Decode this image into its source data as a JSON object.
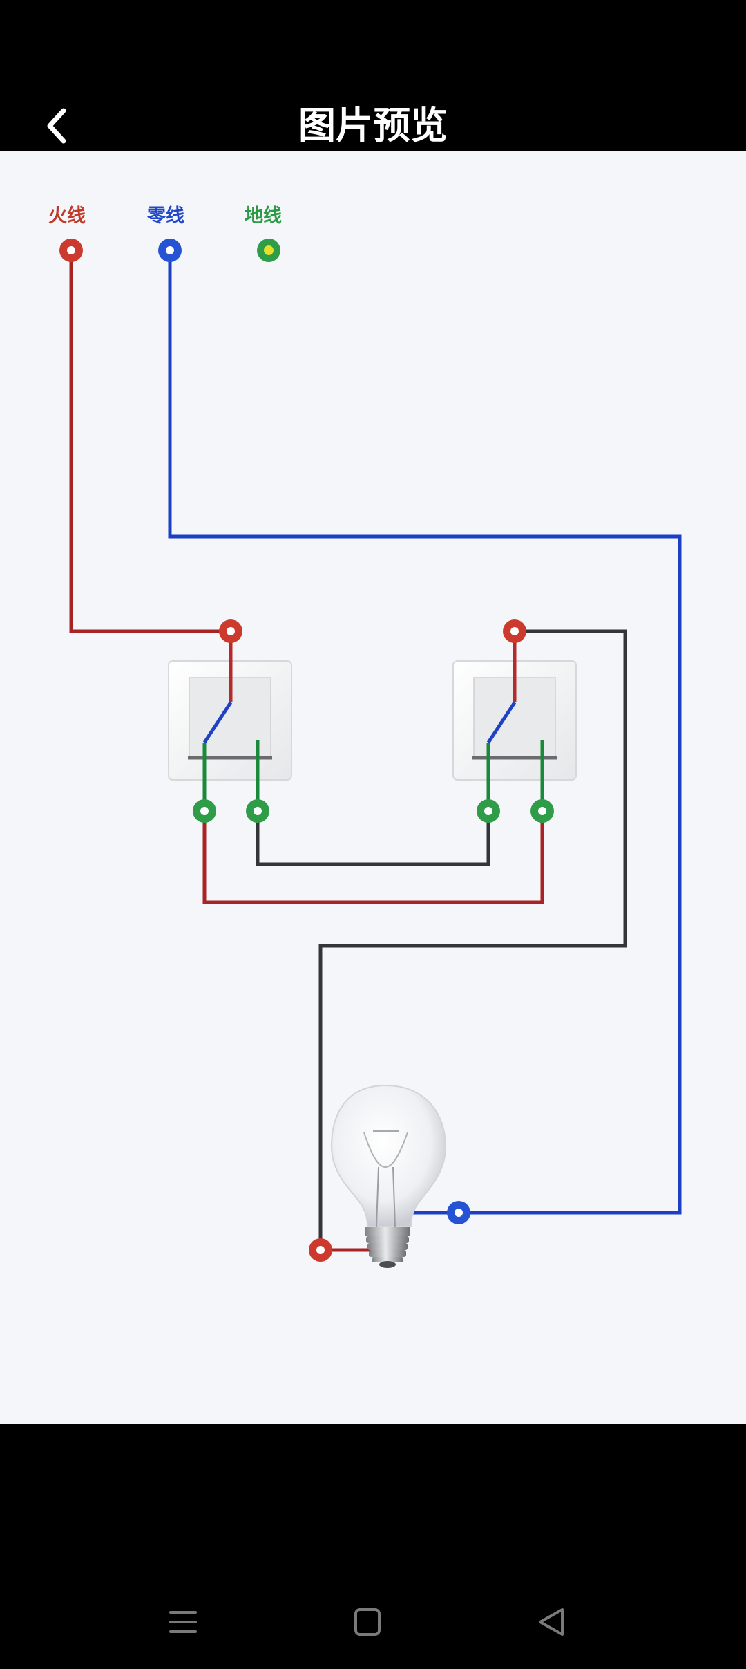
{
  "header": {
    "title": "图片预览",
    "back_icon": "chevron-left-icon"
  },
  "diagram": {
    "description_type": "two-way switch lamp wiring diagram",
    "labels": {
      "live": "火线",
      "neutral": "零线",
      "ground": "地线"
    },
    "colors": {
      "live": "#c0392b",
      "neutral": "#1f47c8",
      "ground": "#2a9a44",
      "switch_wire": "#1a8a3a",
      "traveler": "#333538",
      "live_wire": "#a82424",
      "neutral_wire": "#1d3fc4"
    }
  },
  "nav": {
    "menu_icon": "menu-icon",
    "home_icon": "home-square-icon",
    "back_icon": "back-triangle-icon"
  }
}
